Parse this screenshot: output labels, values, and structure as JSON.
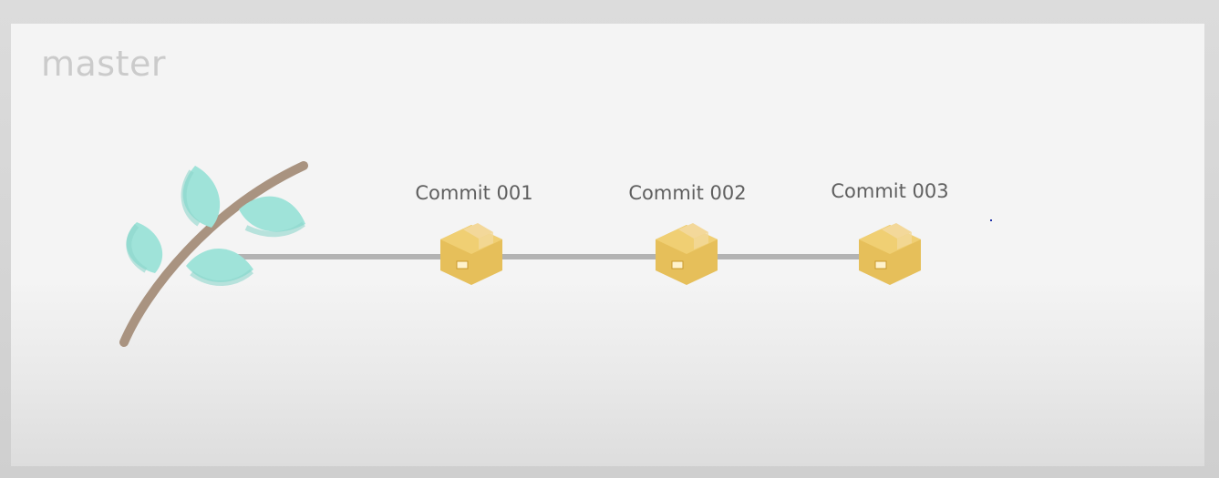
{
  "branch": {
    "name": "master"
  },
  "commits": [
    {
      "label": "Commit 001"
    },
    {
      "label": "Commit 002"
    },
    {
      "label": "Commit 003"
    }
  ],
  "colors": {
    "branch_label": "#cbcbcb",
    "timeline": "#b3b3b3",
    "leaf": "#9fe3d9",
    "leaf_shade": "#8dd6cc",
    "twig": "#a99380",
    "box": "#e6bf5a",
    "box_tape": "#f3d89a"
  },
  "icons": {
    "branch": "leafy-twig-icon",
    "commit": "package-box-icon"
  }
}
